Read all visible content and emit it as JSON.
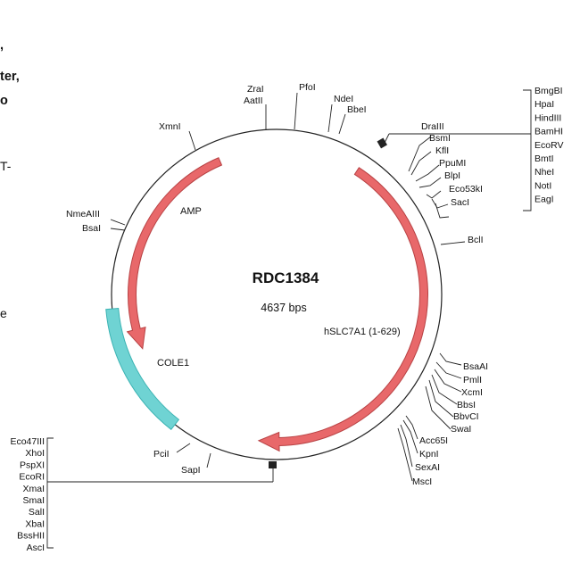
{
  "side_text": [
    ",",
    "ter,",
    "o",
    "T-",
    "e"
  ],
  "plasmid": {
    "name": "RDC1384",
    "size": "4637 bps",
    "features": [
      {
        "name": "AMP",
        "color": "#e8686a"
      },
      {
        "name": "hSLC7A1 (1-629)",
        "color": "#e8686a"
      },
      {
        "name": "COLE1",
        "color": "#6fd3d3"
      }
    ],
    "top_sites": [
      "ZraI",
      "AatII",
      "PfoI",
      "NdeI",
      "BbeI"
    ],
    "left_sites": [
      "XmnI",
      "NmeAIII",
      "BsaI"
    ],
    "mcs1": [
      "BmgBI",
      "HpaI",
      "HindIII",
      "BamHI",
      "EcoRV",
      "BmtI",
      "NheI",
      "NotI",
      "EagI"
    ],
    "right_upper_sites": [
      "DraIII",
      "BsmI",
      "KflI",
      "PpuMI",
      "BlpI",
      "Eco53kI",
      "SacI"
    ],
    "right_mid_site": "BclI",
    "right_lower_sites": [
      "BsaAI",
      "PmlI",
      "XcmI",
      "BbsI",
      "BbvCI",
      "SwaI"
    ],
    "bottom_right_sites": [
      "Acc65I",
      "KpnI",
      "SexAI",
      "MscI"
    ],
    "bottom_left_sites": [
      "PciI",
      "SapI"
    ],
    "mcs2": [
      "Eco47III",
      "XhoI",
      "PspXI",
      "EcoRI",
      "XmaI",
      "SmaI",
      "SalI",
      "XbaI",
      "BssHII",
      "AscI"
    ]
  }
}
